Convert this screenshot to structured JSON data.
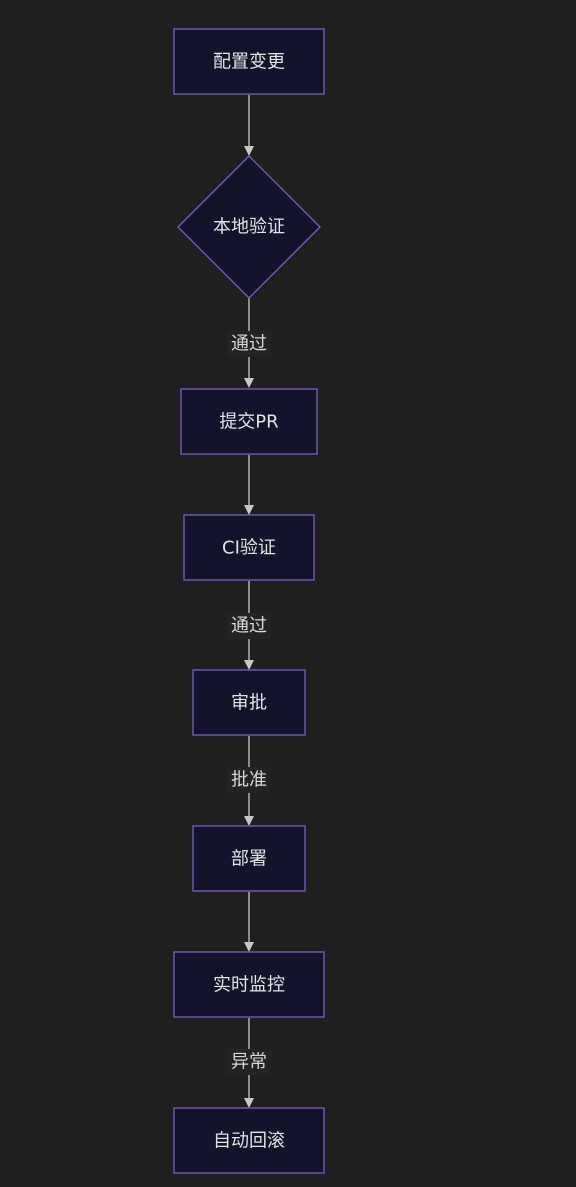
{
  "flowchart": {
    "nodes": {
      "config_change": "配置变更",
      "local_verify": "本地验证",
      "submit_pr": "提交PR",
      "ci_verify": "CI验证",
      "review": "审批",
      "deploy": "部署",
      "realtime_monitor": "实时监控",
      "auto_rollback": "自动回滚"
    },
    "edge_labels": {
      "local_to_pr": "通过",
      "ci_to_review": "通过",
      "review_to_deploy": "批准",
      "monitor_to_rollback": "异常"
    }
  },
  "colors": {
    "background": "#1f1f1f",
    "node_fill": "#13132b",
    "node_stroke": "#7a5fc9",
    "text": "#e3e3e3",
    "edge": "#c8c8c8"
  }
}
